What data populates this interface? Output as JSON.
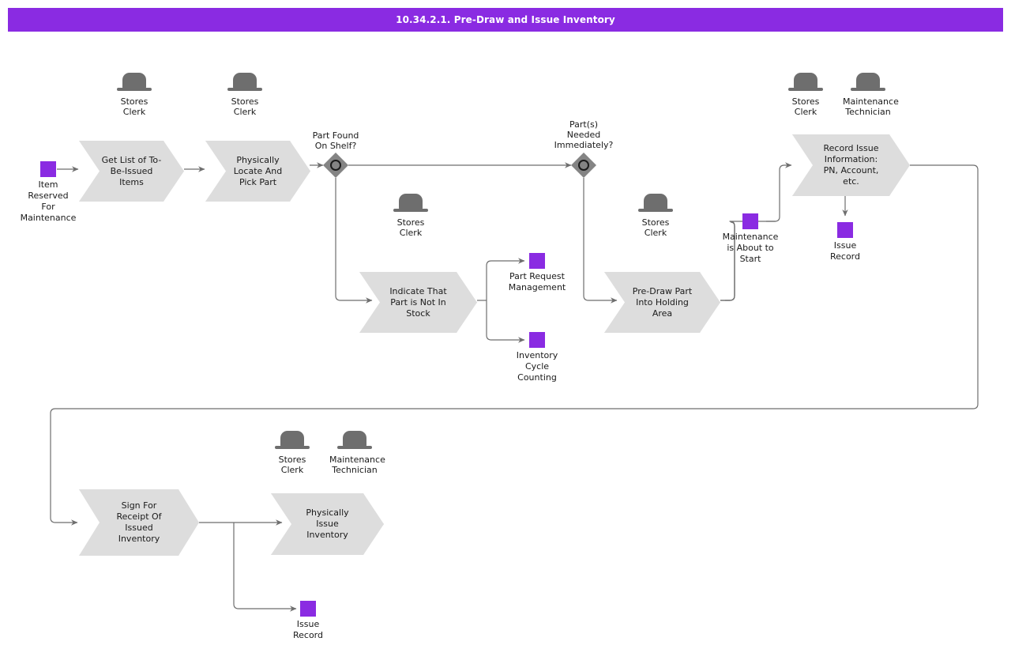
{
  "diagram": {
    "title": "10.34.2.1. Pre-Draw and Issue Inventory",
    "accent_color": "#8A2BE2",
    "node_fill": "#DDDDDD",
    "decision_fill": "#848484",
    "actor_color": "#6E6E6E",
    "edge_color": "#6E6E6E"
  },
  "start_event": {
    "label": "Item\nReserved\nFor\nMaintenance",
    "line1": "Item",
    "line2": "Reserved",
    "line3": "For",
    "line4": "Maintenance"
  },
  "actors": [
    {
      "id": "actor-1",
      "label_line1": "Stores",
      "label_line2": "Clerk"
    },
    {
      "id": "actor-2",
      "label_line1": "Stores",
      "label_line2": "Clerk"
    },
    {
      "id": "actor-3",
      "label_line1": "Stores",
      "label_line2": "Clerk"
    },
    {
      "id": "actor-4",
      "label_line1": "Stores",
      "label_line2": "Clerk"
    },
    {
      "id": "actor-5",
      "label_line1": "Stores",
      "label_line2": "Clerk"
    },
    {
      "id": "actor-6",
      "label_line1": "Maintenance",
      "label_line2": "Technician"
    },
    {
      "id": "actor-7",
      "label_line1": "Stores",
      "label_line2": "Clerk"
    },
    {
      "id": "actor-8",
      "label_line1": "Maintenance",
      "label_line2": "Technician"
    }
  ],
  "processes": [
    {
      "id": "get-list",
      "line1": "Get List of To-",
      "line2": "Be-Issued",
      "line3": "Items"
    },
    {
      "id": "locate-pick",
      "line1": "Physically",
      "line2": "Locate And",
      "line3": "Pick Part"
    },
    {
      "id": "indicate-not-in-stock",
      "line1": "Indicate That",
      "line2": "Part is Not In",
      "line3": "Stock"
    },
    {
      "id": "pre-draw-part",
      "line1": "Pre-Draw Part",
      "line2": "Into Holding",
      "line3": "Area"
    },
    {
      "id": "record-issue-info",
      "line1": "Record Issue",
      "line2": "Information:",
      "line3": "PN, Account,",
      "line4": "etc."
    },
    {
      "id": "sign-for-receipt",
      "line1": "Sign For",
      "line2": "Receipt Of",
      "line3": "Issued",
      "line4": "Inventory"
    },
    {
      "id": "physically-issue",
      "line1": "Physically",
      "line2": "Issue",
      "line3": "Inventory"
    }
  ],
  "decisions": [
    {
      "id": "part-found-on-shelf",
      "line1": "Part Found",
      "line2": "On Shelf?"
    },
    {
      "id": "parts-needed-immediately",
      "line1": "Part(s)",
      "line2": "Needed",
      "line3": "Immediately?"
    }
  ],
  "events": [
    {
      "id": "part-request-management",
      "line1": "Part Request",
      "line2": "Management"
    },
    {
      "id": "inventory-cycle-counting",
      "line1": "Inventory",
      "line2": "Cycle",
      "line3": "Counting"
    },
    {
      "id": "maintenance-about-to-start",
      "line1": "Maintenance",
      "line2": "is About to",
      "line3": "Start"
    },
    {
      "id": "issue-record-top",
      "line1": "Issue",
      "line2": "Record"
    },
    {
      "id": "issue-record-bottom",
      "line1": "Issue",
      "line2": "Record"
    }
  ]
}
